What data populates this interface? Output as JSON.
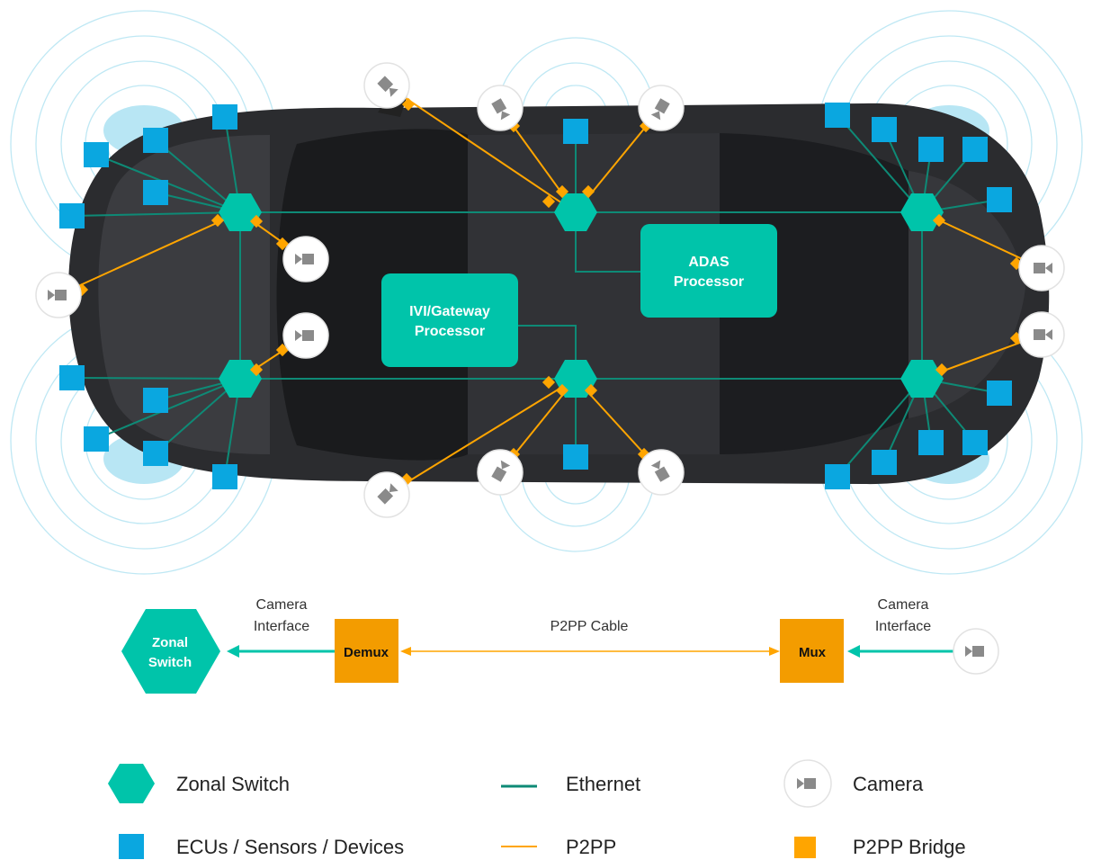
{
  "colors": {
    "teal": "#00c4aa",
    "teal_dark": "#0e8a76",
    "ecu_blue": "#0aa7e0",
    "p2pp_orange": "#ffa500",
    "bridge_orange": "#f39c00",
    "car_body": "#2b2c2f",
    "sensor_ring": "#bfe8f4"
  },
  "processors": {
    "ivi_line1": "IVI/Gateway",
    "ivi_line2": "Processor",
    "adas_line1": "ADAS",
    "adas_line2": "Processor"
  },
  "flow": {
    "zonal_line1": "Zonal",
    "zonal_line2": "Switch",
    "left_interface_line1": "Camera",
    "left_interface_line2": "Interface",
    "demux": "Demux",
    "cable": "P2PP Cable",
    "mux": "Mux",
    "right_interface_line1": "Camera",
    "right_interface_line2": "Interface",
    "camera_icon": "camera-icon"
  },
  "legend": {
    "zonal_switch": "Zonal Switch",
    "ecus": "ECUs / Sensors / Devices",
    "ethernet": "Ethernet",
    "p2pp": "P2PP",
    "camera": "Camera",
    "p2pp_bridge": "P2PP Bridge"
  }
}
